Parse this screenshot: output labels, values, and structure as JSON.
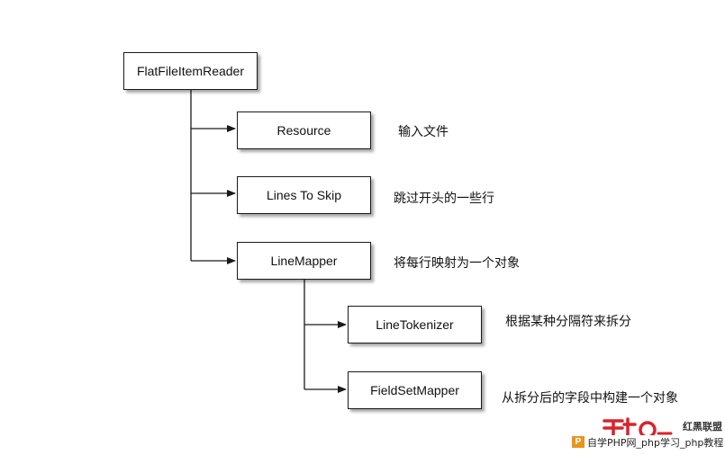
{
  "nodes": {
    "root": "FlatFileItemReader",
    "resource": "Resource",
    "lines_to_skip": "Lines To Skip",
    "line_mapper": "LineMapper",
    "line_tokenizer": "LineTokenizer",
    "field_set_mapper": "FieldSetMapper"
  },
  "notes": {
    "resource": "输入文件",
    "lines_to_skip": "跳过开头的一些行",
    "line_mapper": "将每行映射为一个对象",
    "line_tokenizer": "根据某种分隔符来拆分",
    "field_set_mapper": "从拆分后的字段中构建一个对象"
  },
  "watermark": {
    "logo_text": "红黑联盟",
    "badge": "P",
    "caption": "自学PHP网_php学习_php教程"
  },
  "colors": {
    "line": "#1a1a1a",
    "watermark_red": "#d9232d",
    "watermark_badge": "#e8951f"
  }
}
